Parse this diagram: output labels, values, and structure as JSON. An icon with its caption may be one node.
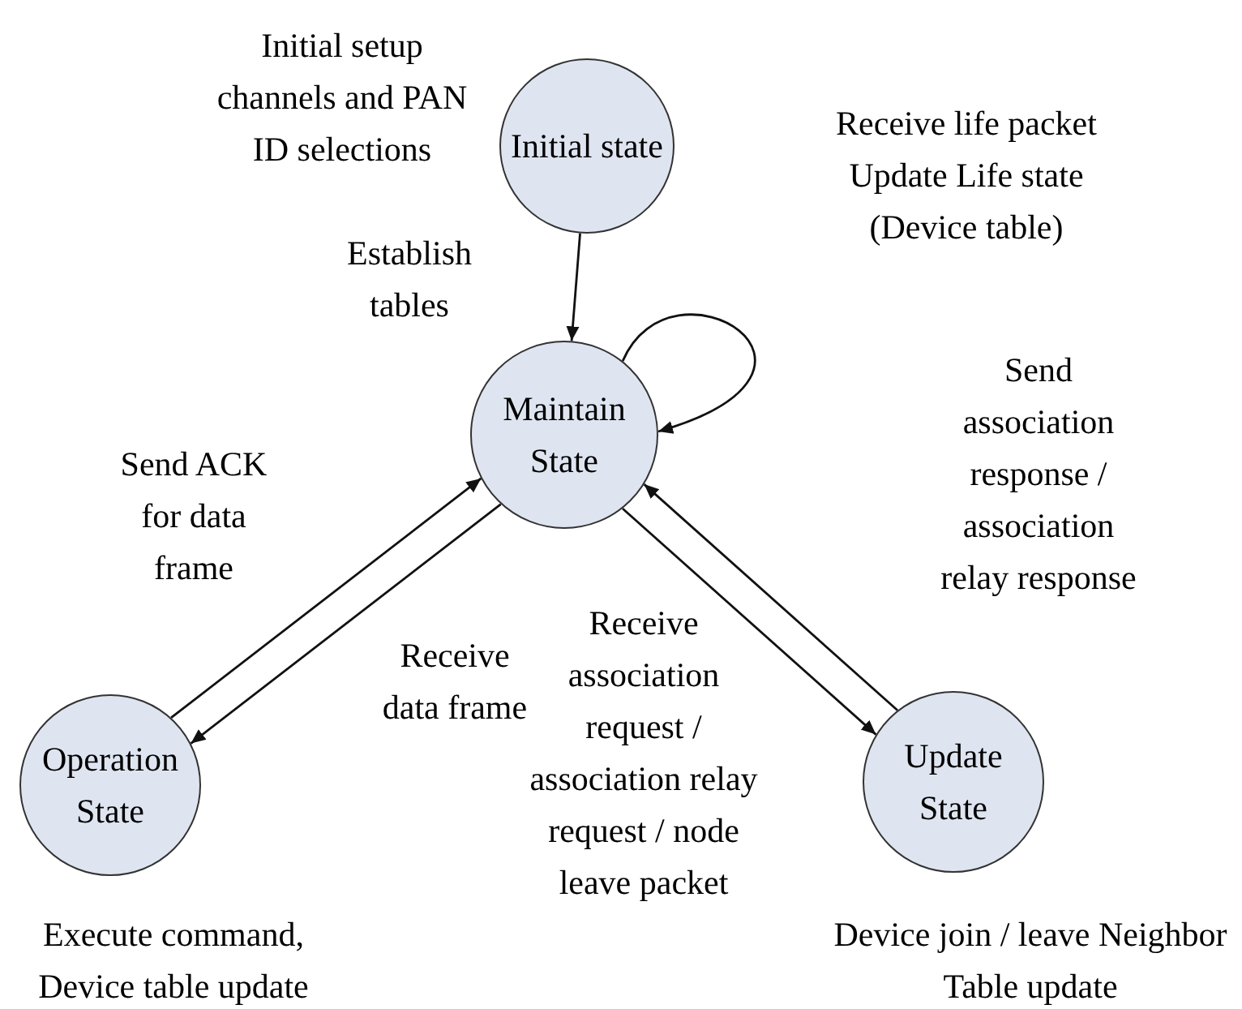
{
  "diagram": {
    "nodes": [
      {
        "text": [
          "Initial state"
        ],
        "beside": [
          "Initial setup channels and PAN ID selections"
        ]
      },
      {
        "text": [
          "Maintain State"
        ]
      },
      {
        "text": [
          "Operation State"
        ],
        "beside": [
          "Execute command, Device table update"
        ]
      },
      {
        "text": [
          "Update State"
        ],
        "beside": [
          "Device join / leave Neighbor Table update"
        ]
      }
    ],
    "edges": [
      {
        "from": 0,
        "to": 1,
        "arrow": "to",
        "label": "Establish tables"
      },
      {
        "from": 1,
        "to": 1,
        "arrow": "to",
        "label": "Receive life packet Update Life state (Device table)"
      },
      {
        "from": 2,
        "to": 1,
        "arrow": "to",
        "label": "Send ACK for data frame"
      },
      {
        "from": 1,
        "to": 2,
        "arrow": "to",
        "label": "Receive data frame"
      },
      {
        "from": 1,
        "to": 3,
        "arrow": "to",
        "label": "Receive association request / association relay request / node leave packet"
      },
      {
        "from": 3,
        "to": 1,
        "arrow": "to",
        "label": "Send association response / association relay response"
      }
    ]
  }
}
